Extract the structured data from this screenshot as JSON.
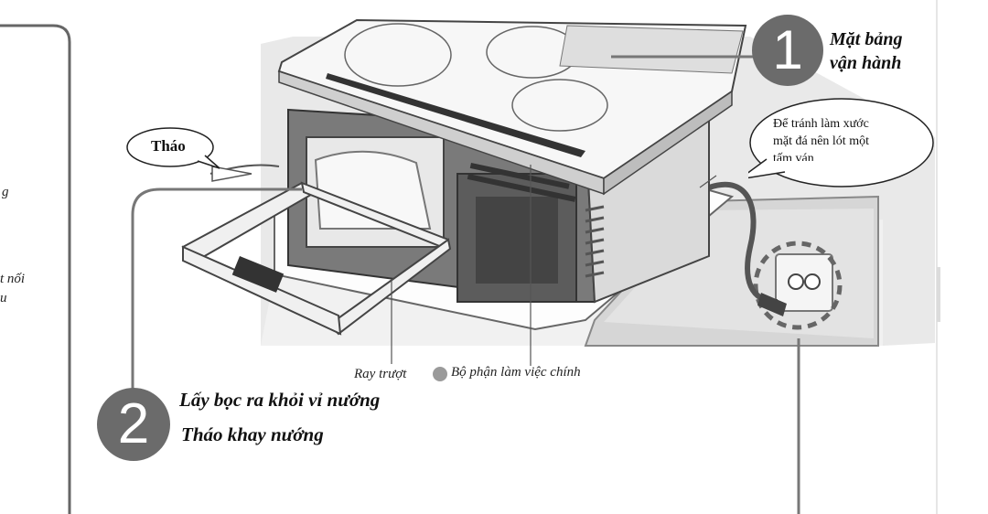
{
  "left_fragments": [
    "g",
    "t nối",
    "u"
  ],
  "step1": {
    "number": "1",
    "label_line1": "Mặt bảng",
    "label_line2": "vận hành"
  },
  "callout_remove": "Tháo",
  "callout_note_lines": [
    "Để tránh làm xước",
    "mặt đá nên lót một",
    "tấm ván"
  ],
  "labels": {
    "rail": "Ray trượt",
    "main_unit": "Bộ phận làm việc chính"
  },
  "step2": {
    "number": "2",
    "line1": "Lấy bọc ra khỏi vỉ nướng",
    "line2": "Tháo khay nướng"
  },
  "colors": {
    "step_badge": "#6b6b6b",
    "frame": "#666666",
    "bullet": "#9a9a9a"
  }
}
